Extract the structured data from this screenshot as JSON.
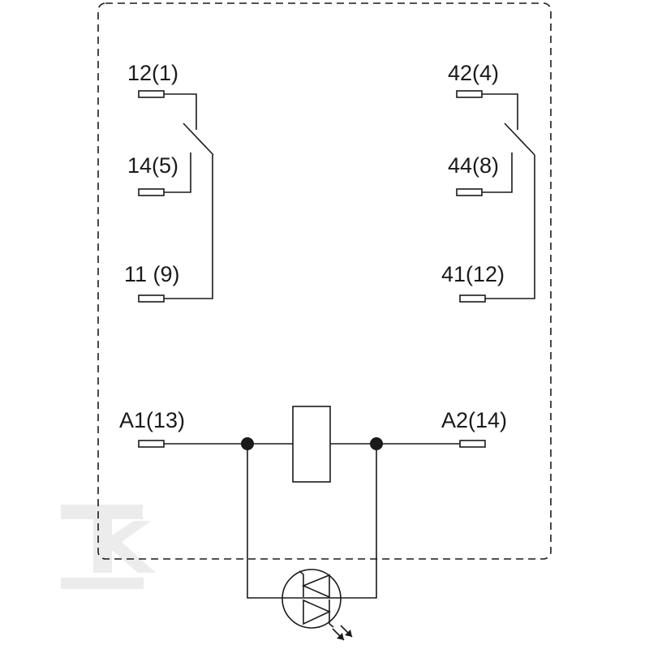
{
  "terminals": {
    "t12": "12(1)",
    "t14": "14(5)",
    "t11": "11 (9)",
    "t42": "42(4)",
    "t44": "44(8)",
    "t41": "41(12)",
    "a1": "A1(13)",
    "a2": "A2(14)"
  },
  "colors": {
    "line": "#1a1a1a",
    "watermark": "#e6e6e6"
  },
  "icons": {
    "coil": "relay-coil-icon",
    "indicator": "led-diode-indicator-icon",
    "watermark": "brand-k-watermark"
  }
}
